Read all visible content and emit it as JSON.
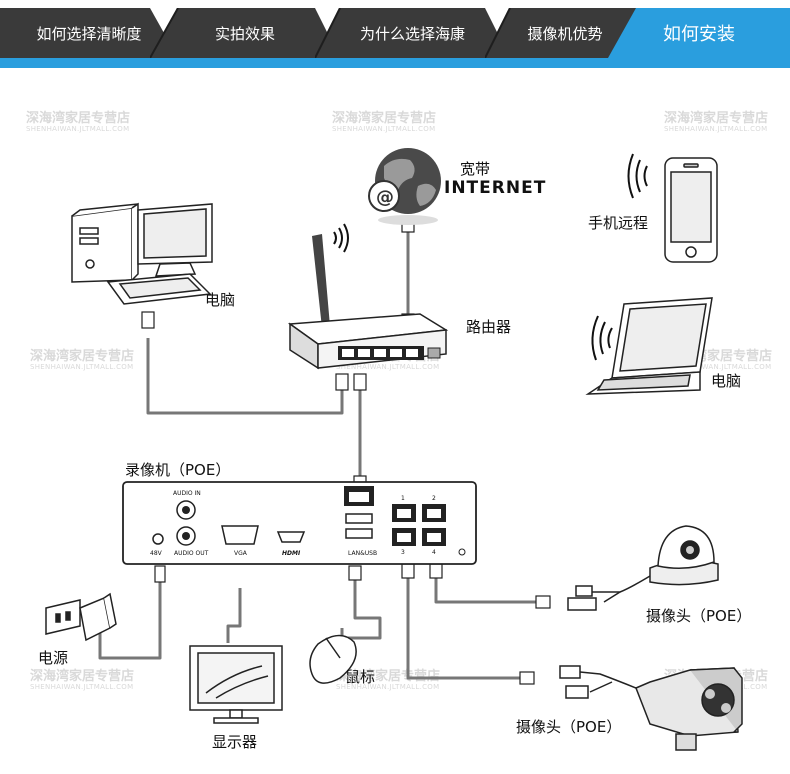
{
  "tabs": [
    {
      "label": "如何选择清晰度",
      "active": false
    },
    {
      "label": "实拍效果",
      "active": false
    },
    {
      "label": "为什么选择海康",
      "active": false
    },
    {
      "label": "摄像机优势",
      "active": false
    },
    {
      "label": "如何安装",
      "active": true
    }
  ],
  "colors": {
    "tab_bg": "#3a3a3a",
    "tab_active": "#2a9ede",
    "cable": "#777777"
  },
  "watermark": {
    "cn": "深海湾家居专营店",
    "en": "SHENHAIWAN.JLTMALL.COM"
  },
  "labels": {
    "internet_cn": "宽带",
    "internet_en": "INTERNET",
    "phone": "手机远程",
    "pc": "电脑",
    "laptop": "电脑",
    "router": "路由器",
    "nvr": "录像机（POE）",
    "power": "电源",
    "monitor": "显示器",
    "mouse": "鼠标",
    "camera_dome": "摄像头（POE）",
    "camera_bullet": "摄像头（POE）"
  },
  "nvr_ports": {
    "audio_in": "AUDIO IN",
    "audio_out": "AUDIO OUT",
    "power": "48V",
    "vga": "VGA",
    "hdmi": "HDMI",
    "lan_usb": "LAN&USB",
    "poe": [
      "1",
      "2",
      "3",
      "4"
    ]
  }
}
